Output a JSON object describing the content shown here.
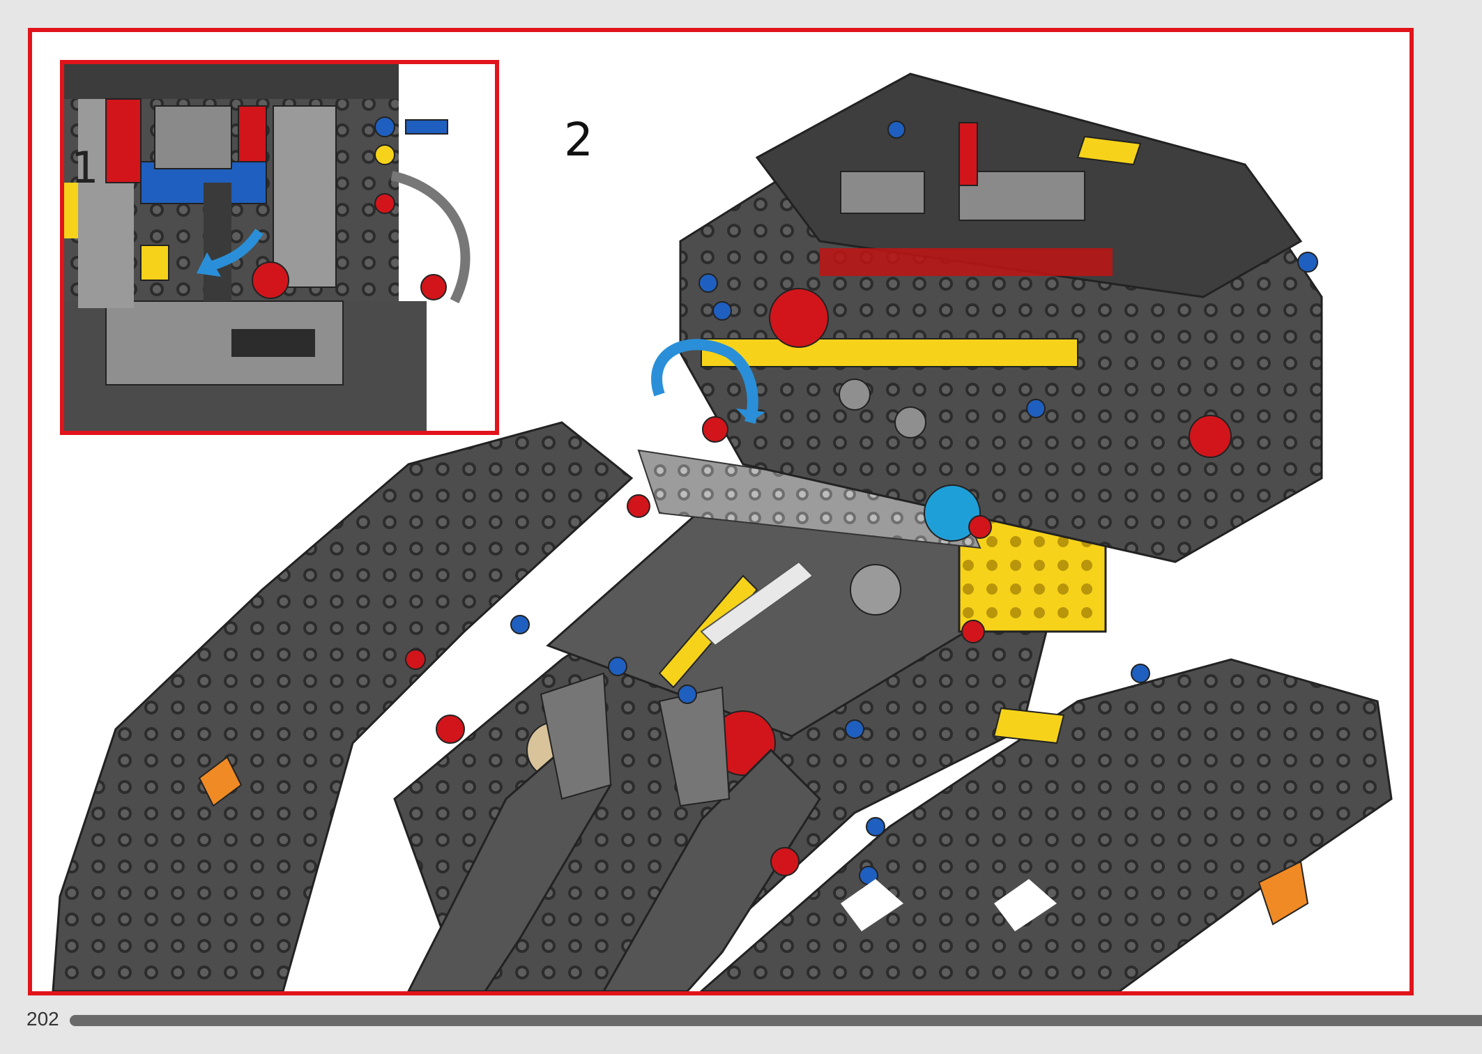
{
  "page": {
    "number": "202"
  },
  "step": {
    "number": "2"
  },
  "callout": {
    "step_number": "1"
  },
  "colors": {
    "frame_red": "#e1141b",
    "dark_gray": "#4a4a4a",
    "light_gray": "#a0a0a0",
    "yellow": "#f6d31a",
    "blue": "#1f5fbf",
    "red": "#d2151b",
    "orange": "#f08a24",
    "arrow_blue": "#2a8fd8",
    "footer_gray": "#6a6a6a"
  },
  "icons": [
    "rotation-arrow-icon",
    "callout-arrow-icon"
  ]
}
